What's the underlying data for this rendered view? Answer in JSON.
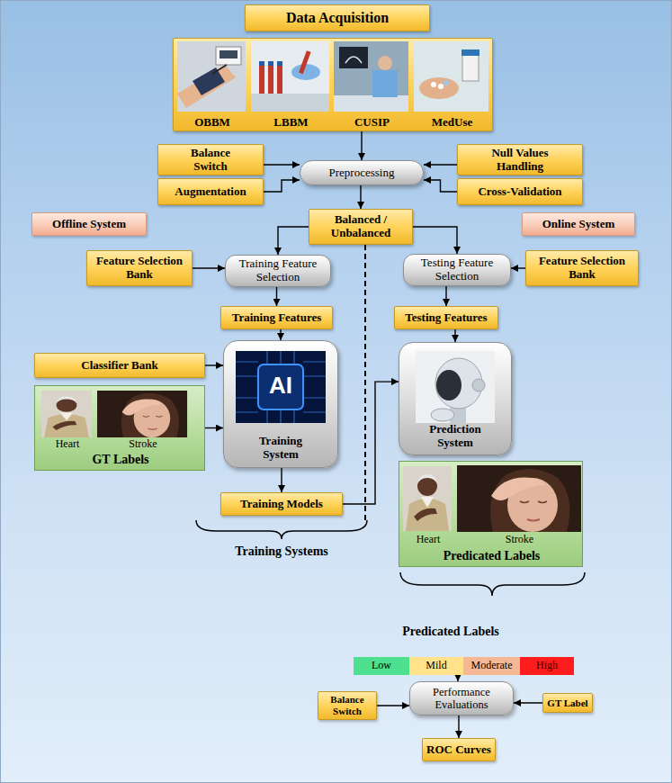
{
  "diagram": {
    "nodes": [
      {
        "text": [
          "Data Acquisition"
        ]
      },
      {
        "text": [
          "OBBM",
          "LBBM",
          "CUSIP",
          "MedUse"
        ]
      },
      {
        "text": [
          "Balance Switch"
        ]
      },
      {
        "text": [
          "Augmentation"
        ]
      },
      {
        "text": [
          "Preprocessing"
        ]
      },
      {
        "text": [
          "Null Values Handling"
        ]
      },
      {
        "text": [
          "Cross-Validation"
        ]
      },
      {
        "text": [
          "Offline System"
        ]
      },
      {
        "text": [
          "Balanced / Unbalanced"
        ]
      },
      {
        "text": [
          "Online System"
        ]
      },
      {
        "text": [
          "Feature Selection Bank"
        ]
      },
      {
        "text": [
          "Training Feature Selection"
        ]
      },
      {
        "text": [
          "Testing Feature Selection"
        ]
      },
      {
        "text": [
          "Feature Selection Bank"
        ]
      },
      {
        "text": [
          "Training Features"
        ]
      },
      {
        "text": [
          "Testing Features"
        ]
      },
      {
        "text": [
          "Classifier Bank"
        ]
      },
      {
        "text": [
          "Training System"
        ]
      },
      {
        "text": [
          "Prediction System"
        ]
      },
      {
        "text": [
          "Heart",
          "Stroke",
          "GT Labels"
        ]
      },
      {
        "text": [
          "Training Models"
        ]
      },
      {
        "text": [
          "Heart",
          "Stroke",
          "Predicated Labels"
        ]
      },
      {
        "text": [
          "Low"
        ]
      },
      {
        "text": [
          "Mild"
        ]
      },
      {
        "text": [
          "Moderate"
        ]
      },
      {
        "text": [
          "High"
        ]
      },
      {
        "text": [
          "Balance Switch"
        ]
      },
      {
        "text": [
          "Performance Evaluations"
        ]
      },
      {
        "text": [
          "GT Label"
        ]
      },
      {
        "text": [
          "ROC Curves"
        ]
      }
    ],
    "edges": [
      {
        "from": 1,
        "to": 4,
        "arrow": "to"
      },
      {
        "from": 2,
        "to": 4,
        "arrow": "to"
      },
      {
        "from": 3,
        "to": 4,
        "arrow": "to"
      },
      {
        "from": 5,
        "to": 4,
        "arrow": "to"
      },
      {
        "from": 6,
        "to": 4,
        "arrow": "to"
      },
      {
        "from": 4,
        "to": 8,
        "arrow": "to"
      },
      {
        "from": 8,
        "to": 11,
        "arrow": "to"
      },
      {
        "from": 8,
        "to": 12,
        "arrow": "to"
      },
      {
        "from": 10,
        "to": 11,
        "arrow": "to"
      },
      {
        "from": 13,
        "to": 12,
        "arrow": "to"
      },
      {
        "from": 11,
        "to": 14,
        "arrow": "to"
      },
      {
        "from": 12,
        "to": 15,
        "arrow": "to"
      },
      {
        "from": 14,
        "to": 17,
        "arrow": "to"
      },
      {
        "from": 15,
        "to": 18,
        "arrow": "to"
      },
      {
        "from": 16,
        "to": 17,
        "arrow": "to"
      },
      {
        "from": 19,
        "to": 17,
        "arrow": "to"
      },
      {
        "from": 17,
        "to": 20,
        "arrow": "to"
      },
      {
        "from": 20,
        "to": 18,
        "arrow": "to"
      },
      {
        "from": 23,
        "to": 27,
        "arrow": "to"
      },
      {
        "from": 26,
        "to": 27,
        "arrow": "to"
      },
      {
        "from": 28,
        "to": 27,
        "arrow": "to"
      },
      {
        "from": 27,
        "to": 29,
        "arrow": "to"
      }
    ],
    "labels": [
      "AI",
      "Training Systems",
      "Predicated Labels"
    ]
  }
}
